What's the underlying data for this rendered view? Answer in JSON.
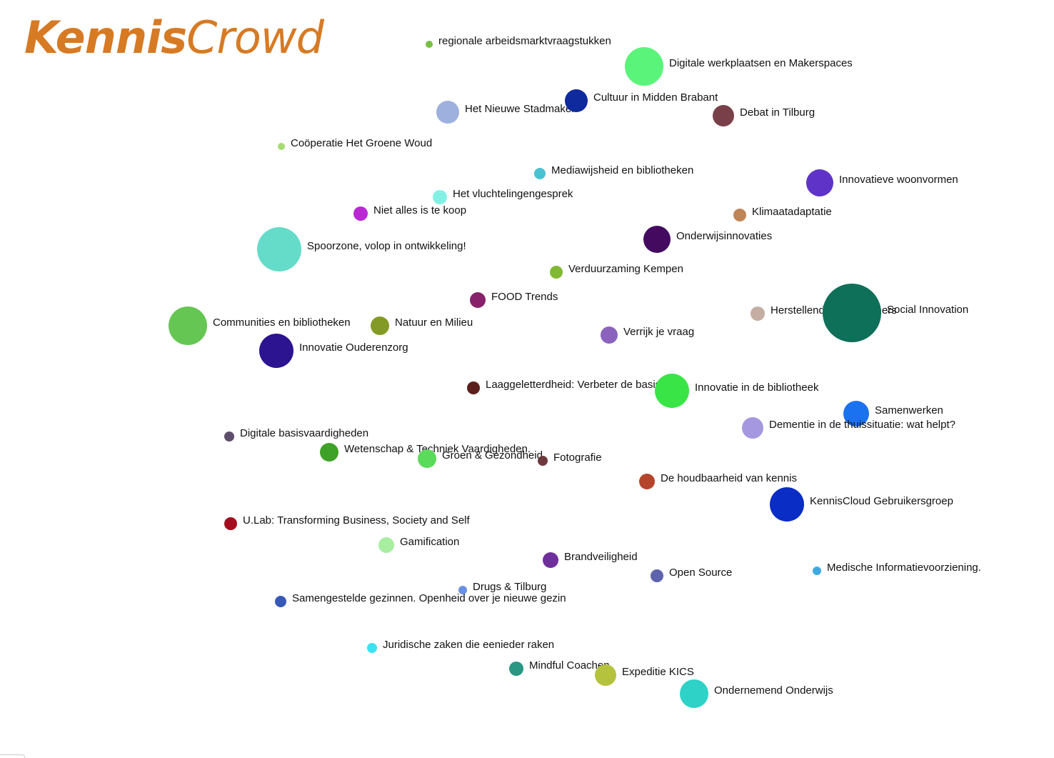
{
  "logo": {
    "part1": "Kennis",
    "part2": "Crowd",
    "color": "#D77A24"
  },
  "topics": [
    {
      "label": "regionale arbeidsmarktvraagstukken",
      "color": "#78C043"
    },
    {
      "label": "Digitale werkplaatsen en Makerspaces",
      "color": "#5BF47A"
    },
    {
      "label": "Het Nieuwe Stadmaken",
      "color": "#9DB0DE"
    },
    {
      "label": "Cultuur in Midden Brabant",
      "color": "#0E2A9C"
    },
    {
      "label": "Debat in Tilburg",
      "color": "#7A4049"
    },
    {
      "label": "Coöperatie Het Groene Woud",
      "color": "#A6DB74"
    },
    {
      "label": "Mediawijsheid en bibliotheken",
      "color": "#48C1D3"
    },
    {
      "label": "Innovatieve woonvormen",
      "color": "#5F33C8"
    },
    {
      "label": "Het vluchtelingengesprek",
      "color": "#82F1E3"
    },
    {
      "label": "Niet alles is te koop",
      "color": "#BA28D4"
    },
    {
      "label": "Klimaatadaptatie",
      "color": "#C08557"
    },
    {
      "label": "Spoorzone, volop in ontwikkeling!",
      "color": "#64DCC9"
    },
    {
      "label": "Onderwijsinnovaties",
      "color": "#430A5F"
    },
    {
      "label": "Verduurzaming Kempen",
      "color": "#82B934"
    },
    {
      "label": "FOOD Trends",
      "color": "#87216B"
    },
    {
      "label": "Herstellende ondernemers",
      "color": "#C6ADA4"
    },
    {
      "label": "Social Innovation",
      "color": "#0F7059"
    },
    {
      "label": "Communities en bibliotheken",
      "color": "#66C653"
    },
    {
      "label": "Natuur en Milieu",
      "color": "#839A26"
    },
    {
      "label": "Verrijk je vraag",
      "color": "#8B63BE"
    },
    {
      "label": "Innovatie Ouderenzorg",
      "color": "#2C1390"
    },
    {
      "label": "Laaggeletterdheid: Verbeter de basis",
      "color": "#5B201B"
    },
    {
      "label": "Innovatie in de bibliotheek",
      "color": "#39E546"
    },
    {
      "label": "Samenwerken",
      "color": "#1B72F0"
    },
    {
      "label": "Dementie in de thuissituatie: wat helpt?",
      "color": "#A597E0"
    },
    {
      "label": "Digitale basisvaardigheden",
      "color": "#5F4D6C"
    },
    {
      "label": "Wetenschap & Techniek Vaardigheden.",
      "color": "#3EA128"
    },
    {
      "label": "Groen & Gezondheid",
      "color": "#5BDB5A"
    },
    {
      "label": "Fotografie",
      "color": "#6E3A3E"
    },
    {
      "label": "De houdbaarheid van kennis",
      "color": "#B4442B"
    },
    {
      "label": "KennisCloud Gebruikersgroep",
      "color": "#0A2DC6"
    },
    {
      "label": "U.Lab: Transforming Business, Society and Self",
      "color": "#A40E1E"
    },
    {
      "label": "Gamification",
      "color": "#A8EEA1"
    },
    {
      "label": "Brandveiligheid",
      "color": "#6E2E9B"
    },
    {
      "label": "Open Source",
      "color": "#5E63AC"
    },
    {
      "label": "Medische Informatievoorziening.",
      "color": "#40A8E0"
    },
    {
      "label": "Drugs & Tilburg",
      "color": "#6A90E4"
    },
    {
      "label": "Samengestelde gezinnen. Openheid over je nieuwe gezin",
      "color": "#3659B8"
    },
    {
      "label": "Juridische zaken die eenieder raken",
      "color": "#3AE3F1"
    },
    {
      "label": "Mindful Coachen",
      "color": "#2A9684"
    },
    {
      "label": "Expeditie KICS",
      "color": "#B5C23D"
    },
    {
      "label": "Ondernemend Onderwijs",
      "color": "#2ED2C7"
    }
  ]
}
